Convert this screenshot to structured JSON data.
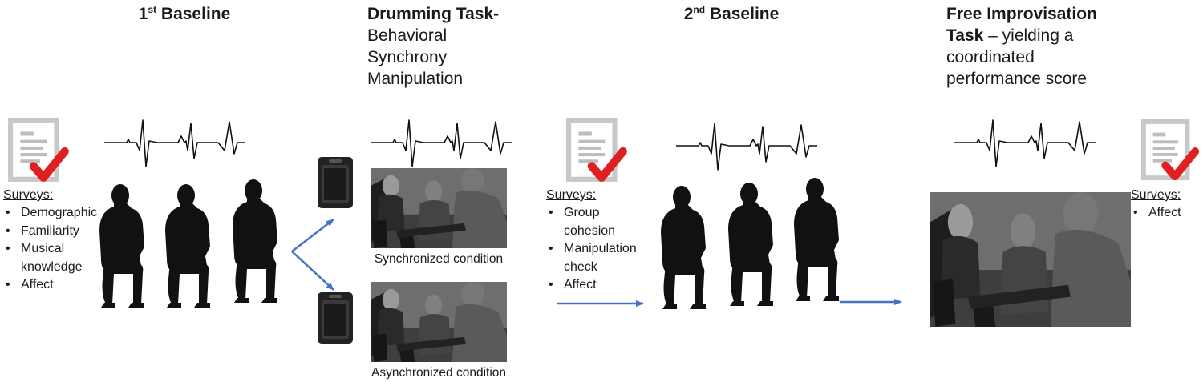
{
  "stages": {
    "baseline1": {
      "sup": "st",
      "text": "Baseline",
      "num": "1"
    },
    "drumming": {
      "bold": "Drumming Task-",
      "lines": [
        "Behavioral",
        "Synchrony",
        "Manipulation"
      ]
    },
    "baseline2": {
      "sup": "nd",
      "text": "Baseline",
      "num": "2"
    },
    "improv": {
      "bold1": "Free Improvisation",
      "bold2": "Task",
      "rest1": " – yielding a",
      "lines": [
        "coordinated",
        "performance score"
      ]
    }
  },
  "surveys": {
    "first": {
      "heading": "Surveys:",
      "items": [
        "Demographic",
        "Familiarity",
        "Musical",
        "knowledge",
        "Affect"
      ]
    },
    "second": {
      "heading": "Surveys:",
      "items": [
        "Group",
        "cohesion",
        "Manipulation",
        "check",
        "Affect"
      ]
    },
    "third": {
      "heading": "Surveys:",
      "items": [
        "Affect"
      ]
    }
  },
  "conditions": {
    "synchronized": "Synchronized condition",
    "asynchronized": "Asynchronized condition"
  },
  "colors": {
    "arrow": "#4472C4",
    "check": "#E02020",
    "doc": "#c8c8c8",
    "silhouette": "#111111"
  },
  "icons": [
    "document-check-icon",
    "heartbeat-icon",
    "speaker-icon",
    "people-silhouette-icon",
    "group-photo-icon",
    "arrow-icon"
  ]
}
